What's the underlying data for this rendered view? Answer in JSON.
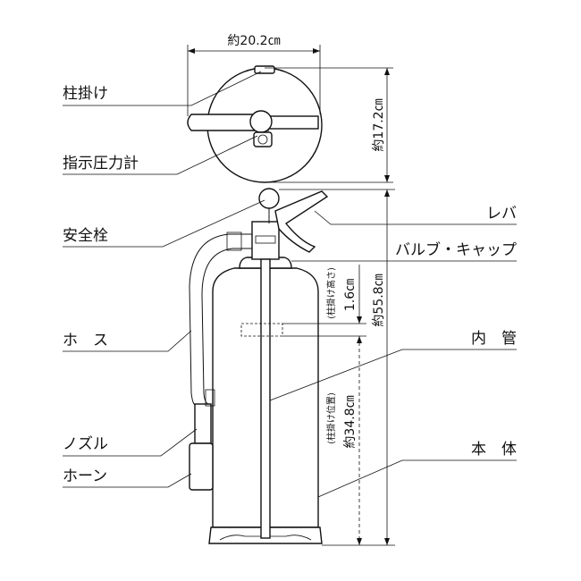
{
  "dimensions": {
    "width": "約20.2㎝",
    "top_height": "約17.2㎝",
    "total_height": "約55.8㎝",
    "hook_height_note": "(柱掛け高さ)",
    "hook_height": "1.6㎝",
    "hook_position_note": "(柱掛け位置)",
    "hook_position": "約34.8㎝"
  },
  "labels_left": {
    "hook": "柱掛け",
    "gauge": "指示圧力計",
    "safety_pin": "安全栓",
    "hose": "ホ　ス",
    "nozzle": "ノズル",
    "horn": "ホーン"
  },
  "labels_right": {
    "lever": "レバ",
    "valve_cap": "バルブ・キャップ",
    "inner_tube": "内　管",
    "body": "本　体"
  }
}
